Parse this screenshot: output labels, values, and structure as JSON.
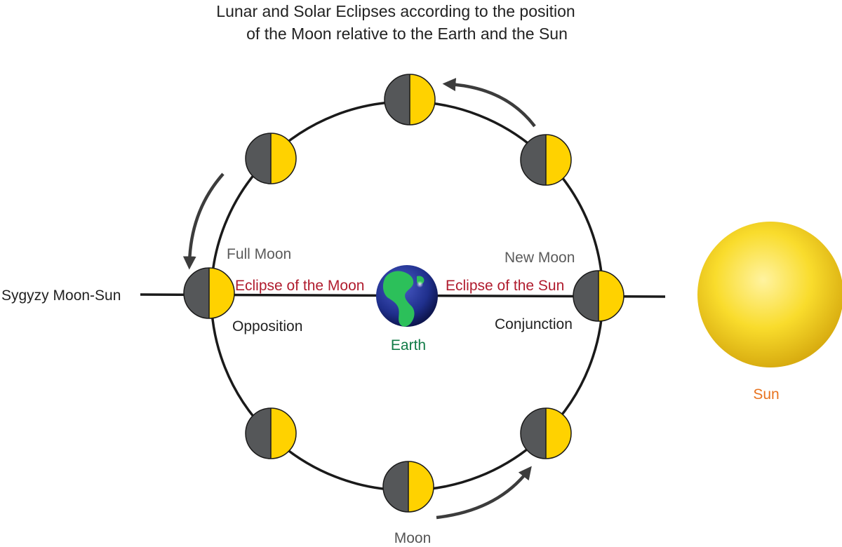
{
  "title": {
    "line1": "Lunar and Solar Eclipses according to the position",
    "line2": "of the Moon relative to the Earth and the Sun"
  },
  "labels": {
    "syzygy": "Sygyzy Moon-Sun",
    "full_moon": "Full Moon",
    "new_moon": "New Moon",
    "eclipse_moon": "Eclipse of the Moon",
    "eclipse_sun": "Eclipse of the Sun",
    "opposition": "Opposition",
    "conjunction": "Conjunction",
    "earth": "Earth",
    "sun": "Sun",
    "moon": "Moon"
  },
  "colors": {
    "moon_dark": "#555759",
    "moon_lit": "#ffd200",
    "orbit": "#1a1a1a",
    "eclipse_text": "#b01c2e",
    "earth_text": "#0f7a45",
    "sun_text": "#e8731f",
    "earth_ocean": "#23349a",
    "earth_land": "#2cc05a",
    "sun_fill": "#f7d21c"
  },
  "icons": [
    "moon-phase-icon",
    "earth-globe-icon",
    "sun-icon",
    "orbit-arrow-icon"
  ]
}
